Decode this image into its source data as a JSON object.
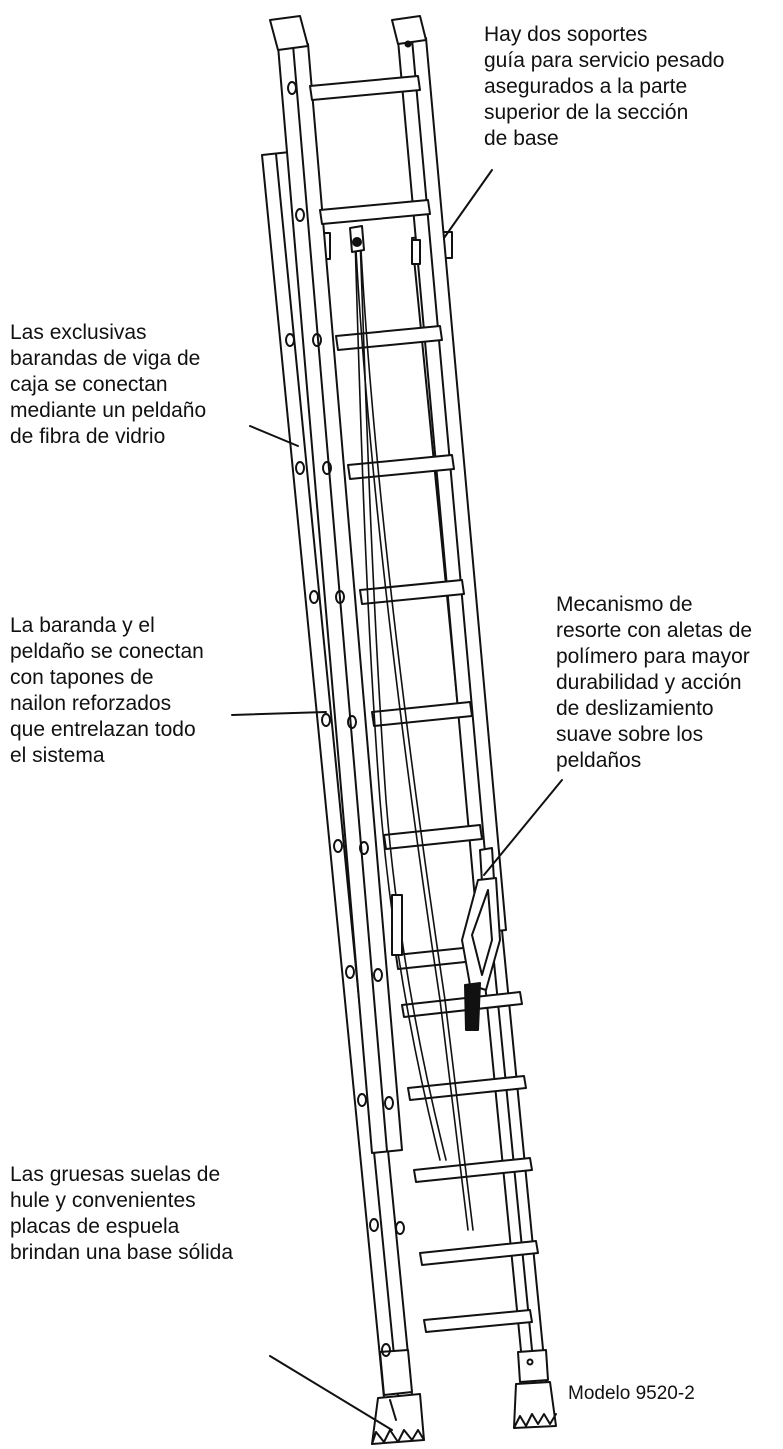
{
  "callouts": {
    "guides": [
      "Hay dos soportes",
      "guía para servicio pesado",
      "asegurados a la parte",
      "superior de la sección",
      "de base"
    ],
    "rails": [
      "Las exclusivas",
      "barandas de viga de",
      "caja se conectan",
      "mediante un peldaño",
      "de fibra de vidrio"
    ],
    "plugs": [
      "La baranda y el",
      "peldaño se conectan",
      "con tapones de",
      "nailon reforzados",
      "que entrelazan todo",
      "el sistema"
    ],
    "spring": [
      "Mecanismo de",
      "resorte con aletas de",
      "polímero para mayor",
      "durabilidad y acción",
      "de deslizamiento",
      "suave sobre los",
      "peldaños"
    ],
    "feet": [
      "Las gruesas suelas de",
      "hule y convenientes",
      "placas de espuela",
      "brindan una base sólida"
    ]
  },
  "model_label": "Modelo 9520-2",
  "colors": {
    "ink": "#111111",
    "paper": "#ffffff"
  }
}
